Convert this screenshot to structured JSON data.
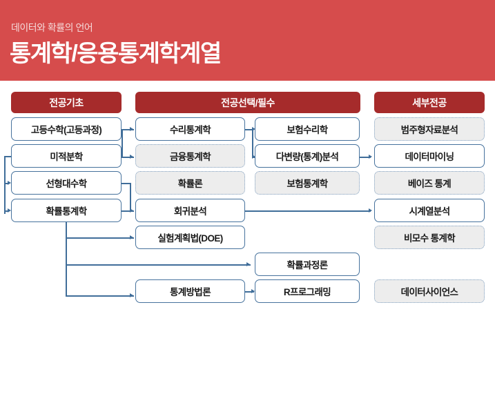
{
  "banner": {
    "subtitle": "데이터와 확률의 언어",
    "title": "통계학/응용통계학계열",
    "bg_color": "#d64c4c"
  },
  "columns": {
    "basic": {
      "header": "전공기초"
    },
    "major": {
      "header": "전공선택/필수"
    },
    "detail": {
      "header": "세부전공"
    },
    "header_color": "#a62b2b"
  },
  "nodes": {
    "basic": [
      {
        "label": "고등수학(고등과정)",
        "style": "solid"
      },
      {
        "label": "미적분학",
        "style": "solid"
      },
      {
        "label": "선형대수학",
        "style": "solid"
      },
      {
        "label": "확률통계학",
        "style": "solid"
      }
    ],
    "major_a": [
      {
        "label": "수리통계학",
        "style": "solid"
      },
      {
        "label": "금융통계학",
        "style": "dashed"
      },
      {
        "label": "확률론",
        "style": "dashed"
      },
      {
        "label": "회귀분석",
        "style": "solid"
      },
      {
        "label": "실험계획법(DOE)",
        "style": "solid"
      },
      {
        "label": "통계방법론",
        "style": "solid"
      }
    ],
    "major_b": [
      {
        "label": "보험수리학",
        "style": "solid"
      },
      {
        "label": "다변량(통계)분석",
        "style": "solid"
      },
      {
        "label": "보험통계학",
        "style": "dashed"
      },
      {
        "label": "확률과정론",
        "style": "solid"
      },
      {
        "label": "R프로그래밍",
        "style": "solid"
      }
    ],
    "detail": [
      {
        "label": "범주형자료분석",
        "style": "dashed"
      },
      {
        "label": "데이터마이닝",
        "style": "solid"
      },
      {
        "label": "베이즈 통계",
        "style": "dashed"
      },
      {
        "label": "시계열분석",
        "style": "solid"
      },
      {
        "label": "비모수 통계학",
        "style": "dashed"
      },
      {
        "label": "데이터사이언스",
        "style": "dashed"
      }
    ]
  },
  "colors": {
    "connector": "#3f6d99",
    "solid_border": "#45719c",
    "dashed_border": "#7f9fc0",
    "dashed_fill": "#ededed"
  }
}
